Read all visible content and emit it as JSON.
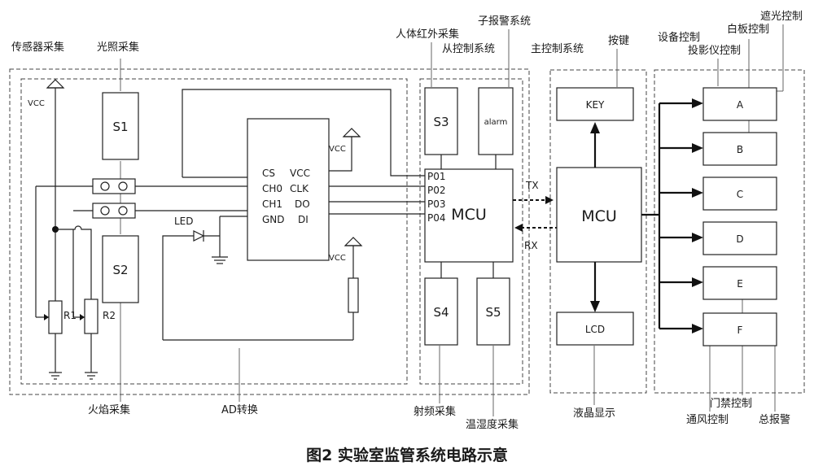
{
  "labels": {
    "sensor_group": "传感器采集",
    "light": "光照采集",
    "pir": "人体红外采集",
    "sub_alarm": "子报警系统",
    "slave_ctrl": "从控制系统",
    "master_ctrl": "主控制系统",
    "key_label": "按键",
    "device_ctrl": "设备控制",
    "whiteboard_ctrl": "白板控制",
    "shade_ctrl": "遮光控制",
    "projector_ctrl": "投影仪控制",
    "flame": "火焰采集",
    "ad_convert": "AD转换",
    "rfid": "射频采集",
    "temp_hum": "温湿度采集",
    "lcd_display": "液晶显示",
    "vent_ctrl": "通风控制",
    "door_ctrl": "门禁控制",
    "main_alarm": "总报警"
  },
  "components": {
    "s1": "S1",
    "s2": "S2",
    "s3": "S3",
    "s4": "S4",
    "s5": "S5",
    "alarm": "alarm",
    "mcu_slave": "MCU",
    "mcu_master": "MCU",
    "key": "KEY",
    "lcd": "LCD",
    "led": "LED",
    "r1": "R1",
    "r2": "R2",
    "vcc": "VCC",
    "tx": "TX",
    "rx": "RX",
    "p01": "P01",
    "p02": "P02",
    "p03": "P03",
    "p04": "P04",
    "adc_pins": [
      {
        "left": "CS",
        "right": "VCC"
      },
      {
        "left": "CH0",
        "right": "CLK"
      },
      {
        "left": "CH1",
        "right": "DO"
      },
      {
        "left": "GND",
        "right": "DI"
      }
    ],
    "devices": [
      "A",
      "B",
      "C",
      "D",
      "E",
      "F"
    ]
  },
  "caption": "图2  实验室监管系统电路示意"
}
